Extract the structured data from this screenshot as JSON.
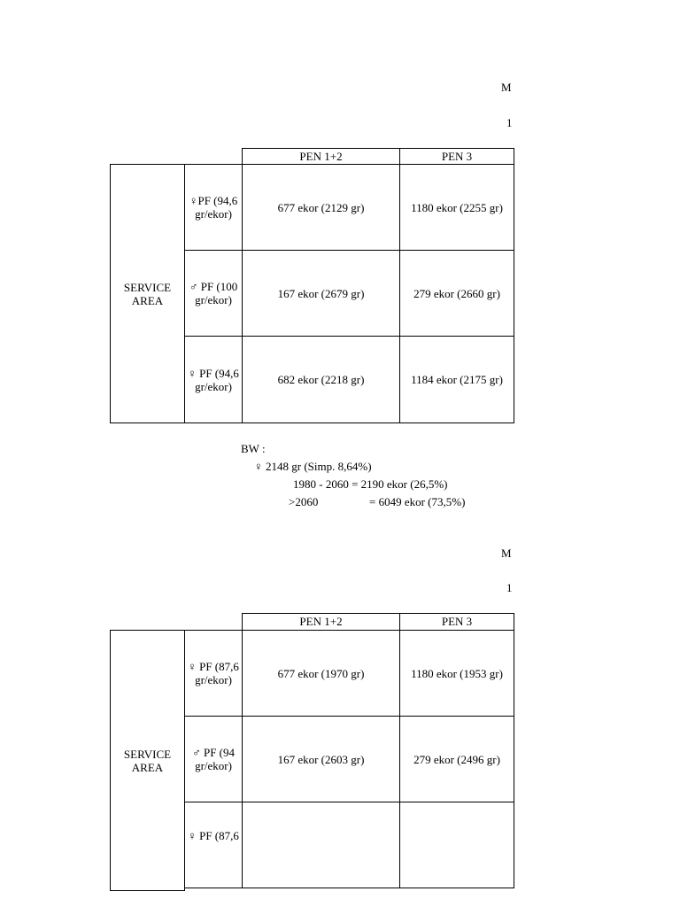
{
  "sections": [
    {
      "header_fragment": "M",
      "subheader_fragment": "1",
      "pen_headers": [
        "PEN 1+2",
        "PEN 3"
      ],
      "area_label_line1": "SERVICE",
      "area_label_line2": "AREA",
      "rows": [
        {
          "pf_line1": "♀PF (94,6",
          "pf_line2": "gr/ekor)",
          "pen12": "677 ekor (2129 gr)",
          "pen3": "1180 ekor (2255 gr)"
        },
        {
          "pf_line1": "♂ PF (100",
          "pf_line2": "gr/ekor)",
          "pen12": "167 ekor (2679 gr)",
          "pen3": "279 ekor (2660 gr)"
        },
        {
          "pf_line1": "♀ PF (94,6",
          "pf_line2": "gr/ekor)",
          "pen12": "682 ekor (2218 gr)",
          "pen3": "1184 ekor (2175 gr)"
        }
      ]
    },
    {
      "header_fragment": "M",
      "subheader_fragment": "1",
      "pen_headers": [
        "PEN 1+2",
        "PEN 3"
      ],
      "area_label_line1": "SERVICE",
      "area_label_line2": "AREA",
      "rows": [
        {
          "pf_line1": "♀ PF (87,6",
          "pf_line2": "gr/ekor)",
          "pen12": "677 ekor (1970 gr)",
          "pen3": "1180 ekor (1953 gr)"
        },
        {
          "pf_line1": "♂ PF (94",
          "pf_line2": "gr/ekor)",
          "pen12": "167 ekor (2603 gr)",
          "pen3": "279 ekor (2496 gr)"
        },
        {
          "pf_line1": "♀ PF (87,6",
          "pf_line2": "",
          "pen12": "",
          "pen3": ""
        }
      ]
    }
  ],
  "bw_summary": {
    "label": "BW :",
    "female_avg": "♀ 2148 gr (Simp. 8,64%)",
    "range_line": "1980 - 2060 = 2190 ekor (26,5%)",
    "over_label": ">2060",
    "over_value": "=  6049 ekor (73,5%)"
  }
}
